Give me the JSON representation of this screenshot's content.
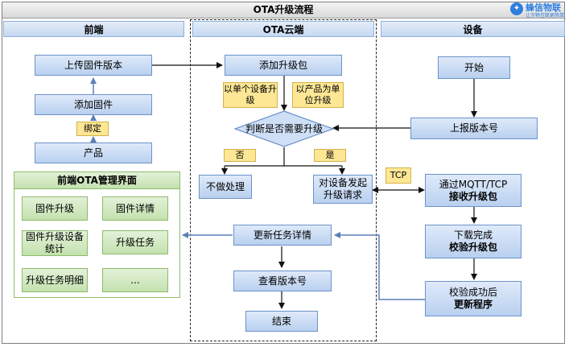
{
  "title": "OTA升级流程",
  "logo": {
    "name": "蜂信物联",
    "tagline": "让万物互联更简单"
  },
  "columns": {
    "frontend": "前端",
    "cloud": "OTA云端",
    "device": "设备"
  },
  "frontend": {
    "upload": "上传固件版本",
    "add_firmware": "添加固件",
    "bind": "绑定",
    "product": "产品",
    "panel_title": "前端OTA管理界面",
    "panel_items": [
      "固件升级",
      "固件详情",
      "固件升级设备统计",
      "升级任务",
      "升级任务明细",
      "..."
    ]
  },
  "cloud": {
    "add_package": "添加升级包",
    "by_device": "以单个设备升级",
    "by_product": "以产品为单位升级",
    "decision": "判断是否需要升级",
    "no": "否",
    "yes": "是",
    "skip": "不做处理",
    "request_line1": "对设备发起",
    "request_line2": "升级请求",
    "update_task": "更新任务详情",
    "check_version": "查看版本号",
    "end": "结束"
  },
  "device": {
    "start": "开始",
    "report": "上报版本号",
    "tcp": "TCP",
    "receive_line1": "通过MQTT/TCP",
    "receive_line2": "接收升级包",
    "download_line1": "下载完成",
    "download_line2": "校验升级包",
    "success_line1": "校验成功后",
    "success_line2": "更新程序"
  }
}
